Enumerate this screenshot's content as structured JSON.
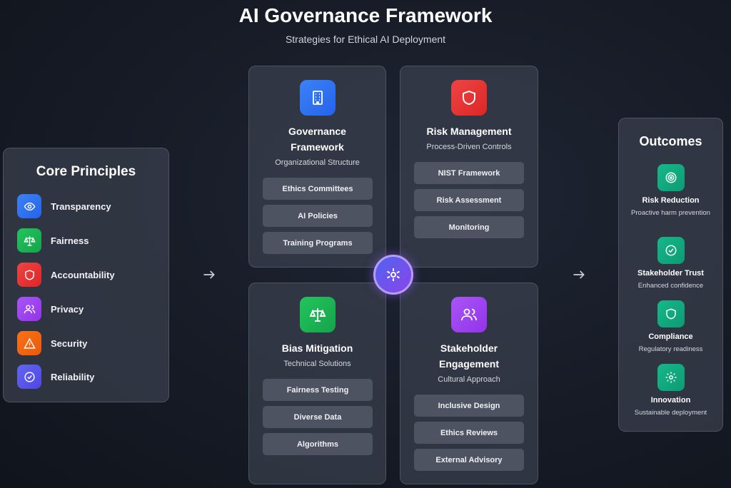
{
  "header": {
    "title": "AI Governance Framework",
    "subtitle": "Strategies for Ethical AI Deployment"
  },
  "core_principles": {
    "heading": "Core Principles",
    "items": [
      {
        "label": "Transparency",
        "icon": "eye-icon",
        "color": "#3b82f6"
      },
      {
        "label": "Fairness",
        "icon": "scales-icon",
        "color": "#22c55e"
      },
      {
        "label": "Accountability",
        "icon": "shield-icon",
        "color": "#ef4444"
      },
      {
        "label": "Privacy",
        "icon": "users-icon",
        "color": "#a855f7"
      },
      {
        "label": "Security",
        "icon": "warning-icon",
        "color": "#f97316"
      },
      {
        "label": "Reliability",
        "icon": "check-circle-icon",
        "color": "#6366f1"
      }
    ]
  },
  "cards": {
    "governance": {
      "title_line1": "Governance",
      "title_line2": "Framework",
      "subtitle": "Organizational Structure",
      "icon": "building-icon",
      "items": [
        "Ethics Committees",
        "AI Policies",
        "Training Programs"
      ]
    },
    "risk": {
      "title": "Risk Management",
      "subtitle": "Process-Driven Controls",
      "icon": "shield-icon",
      "items": [
        "NIST Framework",
        "Risk Assessment",
        "Monitoring"
      ]
    },
    "bias": {
      "title": "Bias Mitigation",
      "subtitle": "Technical Solutions",
      "icon": "scales-icon",
      "items": [
        "Fairness Testing",
        "Diverse Data",
        "Algorithms"
      ]
    },
    "stakeholder": {
      "title_line1": "Stakeholder",
      "title_line2": "Engagement",
      "subtitle": "Cultural Approach",
      "icon": "users-icon",
      "items": [
        "Inclusive Design",
        "Ethics Reviews",
        "External Advisory"
      ]
    }
  },
  "hub": {
    "icon": "network-icon"
  },
  "outcomes": {
    "heading": "Outcomes",
    "items": [
      {
        "title": "Risk Reduction",
        "desc": "Proactive harm prevention",
        "icon": "target-icon"
      },
      {
        "title": "Stakeholder Trust",
        "desc": "Enhanced confidence",
        "icon": "check-circle-icon"
      },
      {
        "title": "Compliance",
        "desc": "Regulatory readiness",
        "icon": "shield-icon"
      },
      {
        "title": "Innovation",
        "desc": "Sustainable deployment",
        "icon": "gear-icon"
      }
    ]
  }
}
